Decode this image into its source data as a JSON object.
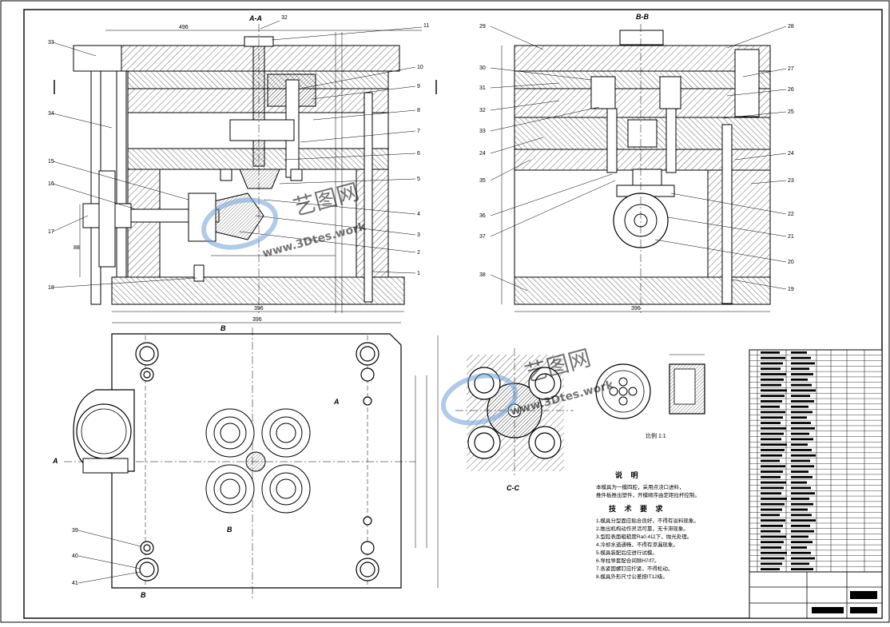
{
  "drawing": {
    "section_labels": {
      "aa": "A-A",
      "bb": "B-B",
      "cc": "C-C",
      "a_left": "A",
      "a_right": "A",
      "b_top": "B",
      "b_mid": "B",
      "b_bottom": "B"
    },
    "left_callouts": [
      "33",
      "34",
      "15",
      "16",
      "17",
      "18"
    ],
    "top_callouts": [
      "32",
      "11"
    ],
    "right_callouts_left_view": [
      "10",
      "9",
      "8",
      "7",
      "6",
      "5",
      "4",
      "3",
      "2",
      "1"
    ],
    "middle_callouts": [
      "29",
      "30",
      "31",
      "32",
      "33",
      "24",
      "35",
      "36",
      "37",
      "38"
    ],
    "right_callouts_right_view": [
      "28",
      "27",
      "26",
      "25",
      "24",
      "23",
      "22",
      "21",
      "20",
      "19"
    ],
    "bottom_callouts": [
      "39",
      "40",
      "41"
    ],
    "scale_note": "比例 1:1",
    "notes_title": "说 明",
    "notes_text": [
      "本模具为一模四腔，采用点浇口进料，",
      "推件板推出塑件，开模顺序由定距拉杆控制。"
    ],
    "tech_title": "技 术 要 求",
    "tech_reqs": [
      "1.模具分型面应贴合良好，不得有溢料现象。",
      "2.推出机构动作灵活可靠，无卡滞现象。",
      "3.型腔表面粗糙度Ra0.4以下，抛光处理。",
      "4.冷却水道通畅，不得有渗漏现象。",
      "5.模具装配后应进行试模。",
      "6.导柱导套配合间隙H7/f7。",
      "7.各紧固螺钉应拧紧，不得松动。",
      "8.模具外形尺寸公差按IT12级。"
    ],
    "watermark": {
      "brand": "艺图网",
      "url": "www.3Dtes.work"
    }
  }
}
